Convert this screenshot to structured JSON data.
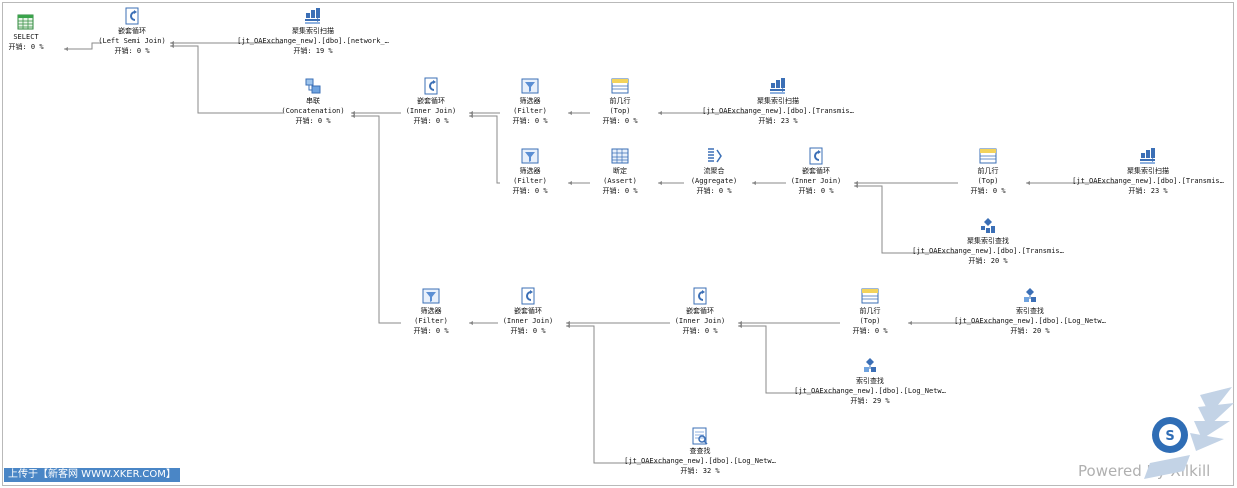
{
  "cost_label": "开销: ",
  "nodes": [
    {
      "id": "select",
      "icon": "select-icon",
      "title": "SELECT",
      "sub": "",
      "cost": "0 %"
    },
    {
      "id": "nl1",
      "icon": "nested-loops-icon",
      "title": "嵌套循环",
      "sub": "(Left Semi Join)",
      "cost": "0 %"
    },
    {
      "id": "cis1",
      "icon": "clustered-index-scan-icon",
      "title": "聚集索引扫描",
      "sub": "[jt_OAExchange_new].[dbo].[network_…",
      "cost": "19 %"
    },
    {
      "id": "concat",
      "icon": "concatenation-icon",
      "title": "串联",
      "sub": "(Concatenation)",
      "cost": "0 %"
    },
    {
      "id": "nl2",
      "icon": "nested-loops-icon",
      "title": "嵌套循环",
      "sub": "(Inner Join)",
      "cost": "0 %"
    },
    {
      "id": "filter1",
      "icon": "filter-icon",
      "title": "筛选器",
      "sub": "(Filter)",
      "cost": "0 %"
    },
    {
      "id": "top1",
      "icon": "top-icon",
      "title": "前几行",
      "sub": "(Top)",
      "cost": "0 %"
    },
    {
      "id": "cis2",
      "icon": "clustered-index-scan-icon",
      "title": "聚集索引扫描",
      "sub": "[jt_OAExchange_new].[dbo].[Transmis…",
      "cost": "23 %"
    },
    {
      "id": "filter2",
      "icon": "filter-icon",
      "title": "筛选器",
      "sub": "(Filter)",
      "cost": "0 %"
    },
    {
      "id": "assert",
      "icon": "assert-icon",
      "title": "断定",
      "sub": "(Assert)",
      "cost": "0 %"
    },
    {
      "id": "agg",
      "icon": "aggregate-icon",
      "title": "流聚合",
      "sub": "(Aggregate)",
      "cost": "0 %"
    },
    {
      "id": "nl3",
      "icon": "nested-loops-icon",
      "title": "嵌套循环",
      "sub": "(Inner Join)",
      "cost": "0 %"
    },
    {
      "id": "top2",
      "icon": "top-icon",
      "title": "前几行",
      "sub": "(Top)",
      "cost": "0 %"
    },
    {
      "id": "cis3",
      "icon": "clustered-index-scan-icon",
      "title": "聚集索引扫描",
      "sub": "[jt_OAExchange_new].[dbo].[Transmis…",
      "cost": "23 %"
    },
    {
      "id": "cisk1",
      "icon": "clustered-index-seek-icon",
      "title": "聚集索引查找",
      "sub": "[jt_OAExchange_new].[dbo].[Transmis…",
      "cost": "20 %"
    },
    {
      "id": "filter3",
      "icon": "filter-icon",
      "title": "筛选器",
      "sub": "(Filter)",
      "cost": "0 %"
    },
    {
      "id": "nl4",
      "icon": "nested-loops-icon",
      "title": "嵌套循环",
      "sub": "(Inner Join)",
      "cost": "0 %"
    },
    {
      "id": "nl5",
      "icon": "nested-loops-icon",
      "title": "嵌套循环",
      "sub": "(Inner Join)",
      "cost": "0 %"
    },
    {
      "id": "top3",
      "icon": "top-icon",
      "title": "前几行",
      "sub": "(Top)",
      "cost": "0 %"
    },
    {
      "id": "isk1",
      "icon": "index-seek-icon",
      "title": "索引查找",
      "sub": "[jt_OAExchange_new].[dbo].[Log_Netw…",
      "cost": "20 %"
    },
    {
      "id": "isk2",
      "icon": "index-seek-icon",
      "title": "索引查找",
      "sub": "[jt_OAExchange_new].[dbo].[Log_Netw…",
      "cost": "29 %"
    },
    {
      "id": "rid",
      "icon": "rid-lookup-icon",
      "title": "查查找",
      "sub": "[jt_OAExchange_new].[dbo].[Log_Netw…",
      "cost": "32 %"
    }
  ],
  "footer": {
    "upload_text": "上传于【新客网 WWW.XKER.COM】",
    "powered_text": "Powered By Xilkill"
  }
}
